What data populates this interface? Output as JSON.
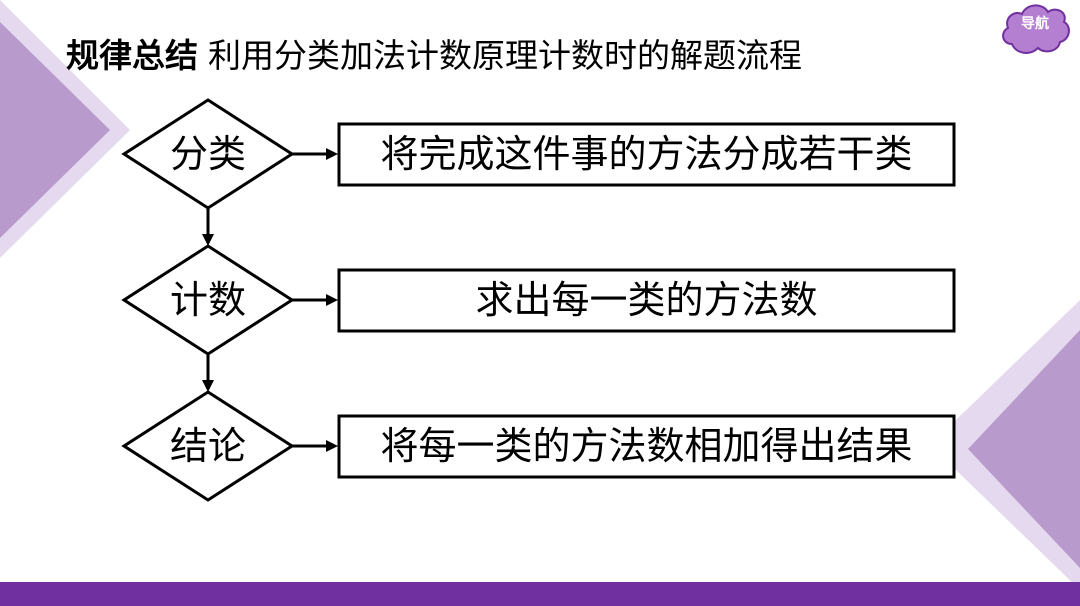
{
  "header": {
    "title_bold": "规律总结",
    "title_rest": "利用分类加法计数原理计数时的解题流程"
  },
  "nav": {
    "label": "导航",
    "icon": "cloud-icon"
  },
  "flow": {
    "steps": [
      {
        "label": "分类",
        "description": "将完成这件事的方法分成若干类"
      },
      {
        "label": "计数",
        "description": "求出每一类的方法数"
      },
      {
        "label": "结论",
        "description": "将每一类的方法数相加得出结果"
      }
    ]
  },
  "theme": {
    "accent": "#7030a0",
    "accent_light": "#c9b3dc",
    "accent_pale": "#e4d9ee"
  }
}
